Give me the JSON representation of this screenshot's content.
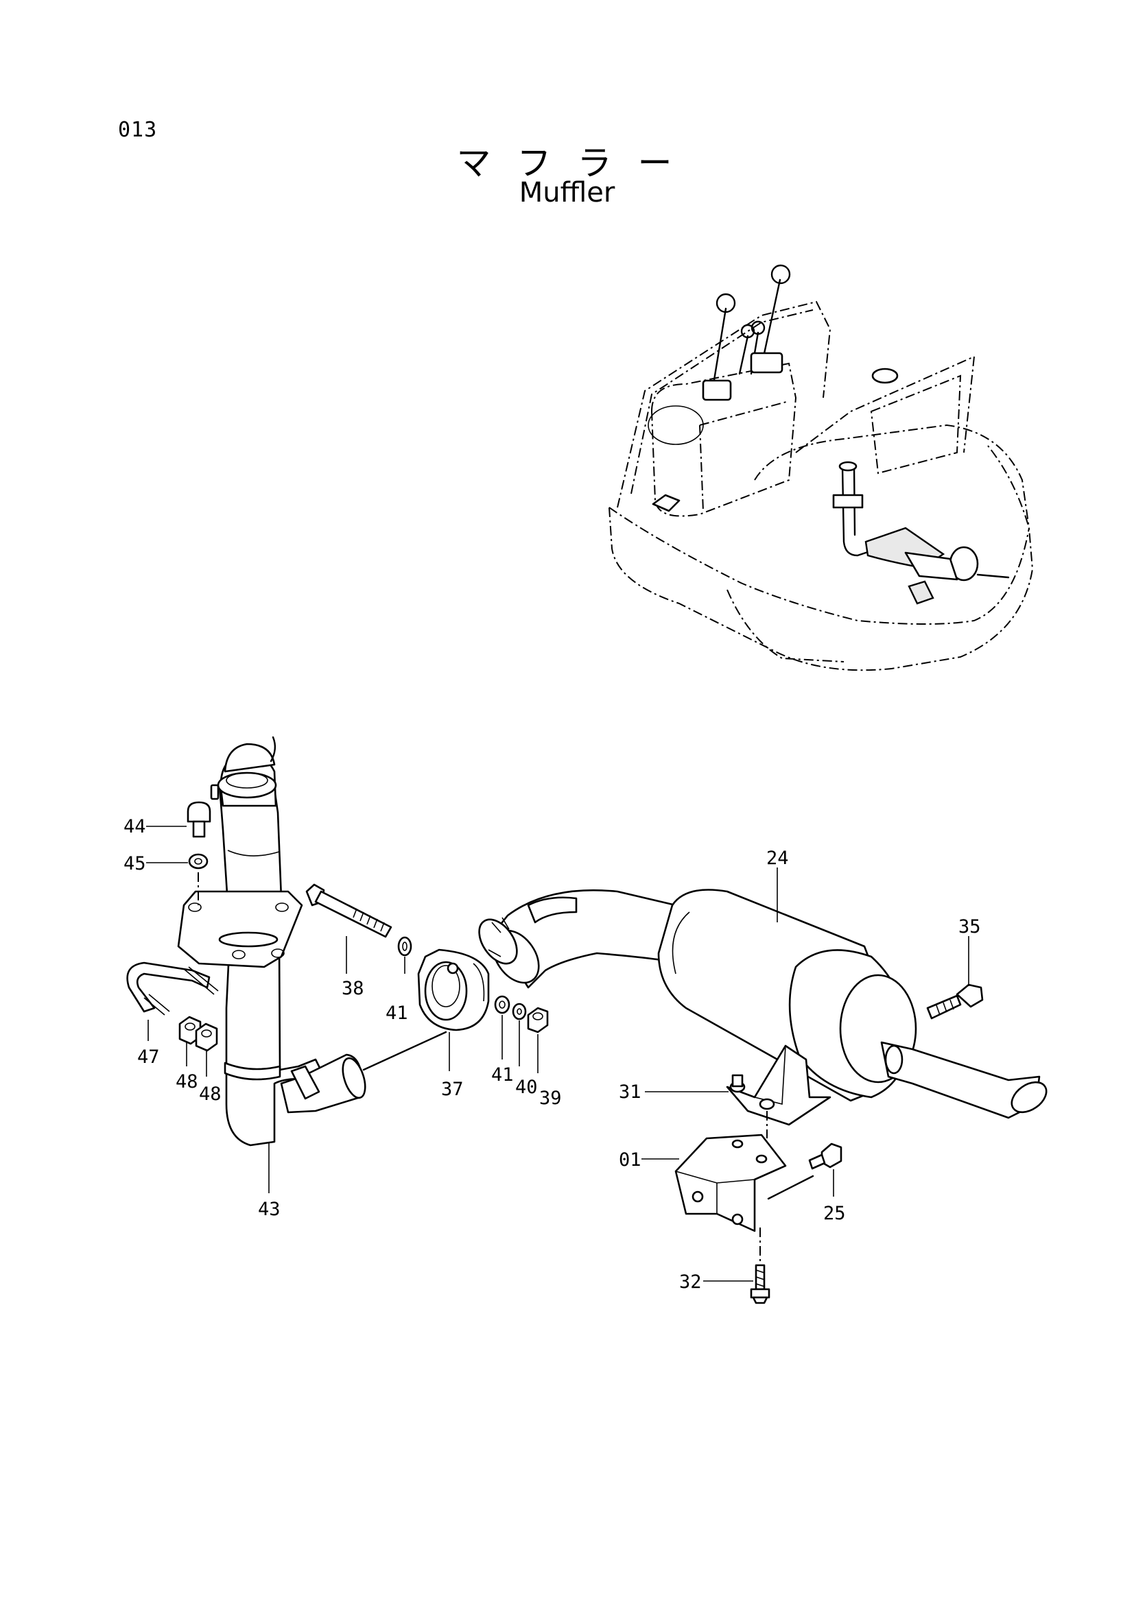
{
  "header": {
    "page_number": "013",
    "title_jp": "マフラー",
    "title_en": "Muffler"
  },
  "callouts": {
    "c44": "44",
    "c45": "45",
    "c38": "38",
    "c41a": "41",
    "c47": "47",
    "c48a": "48",
    "c48b": "48",
    "c37": "37",
    "c41b": "41",
    "c40": "40",
    "c39": "39",
    "c43": "43",
    "c24": "24",
    "c35": "35",
    "c31": "31",
    "c01": "01",
    "c25": "25",
    "c32": "32"
  }
}
